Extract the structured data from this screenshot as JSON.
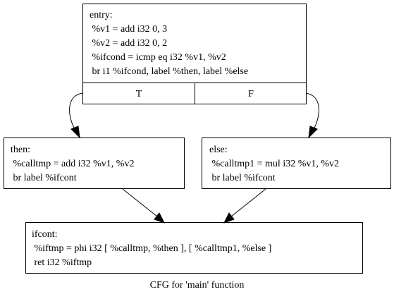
{
  "diagram": {
    "caption": "CFG for 'main' function",
    "nodes": {
      "entry": {
        "lines": [
          "entry:",
          " %v1 = add i32 0, 3",
          " %v2 = add i32 0, 2",
          " %ifcond = icmp eq i32 %v1, %v2",
          " br i1 %ifcond, label %then, label %else"
        ],
        "ports": {
          "true": "T",
          "false": "F"
        }
      },
      "then": {
        "lines": [
          "then:",
          " %calltmp = add i32 %v1, %v2",
          " br label %ifcont"
        ]
      },
      "else": {
        "lines": [
          "else:",
          " %calltmp1 = mul i32 %v1, %v2",
          " br label %ifcont"
        ]
      },
      "ifcont": {
        "lines": [
          "ifcont:",
          " %iftmp = phi i32 [ %calltmp, %then ], [ %calltmp1, %else ]",
          " ret i32 %iftmp"
        ]
      }
    },
    "edges": [
      {
        "from": "entry",
        "port": "true",
        "to": "then"
      },
      {
        "from": "entry",
        "port": "false",
        "to": "else"
      },
      {
        "from": "then",
        "to": "ifcont"
      },
      {
        "from": "else",
        "to": "ifcont"
      }
    ]
  }
}
